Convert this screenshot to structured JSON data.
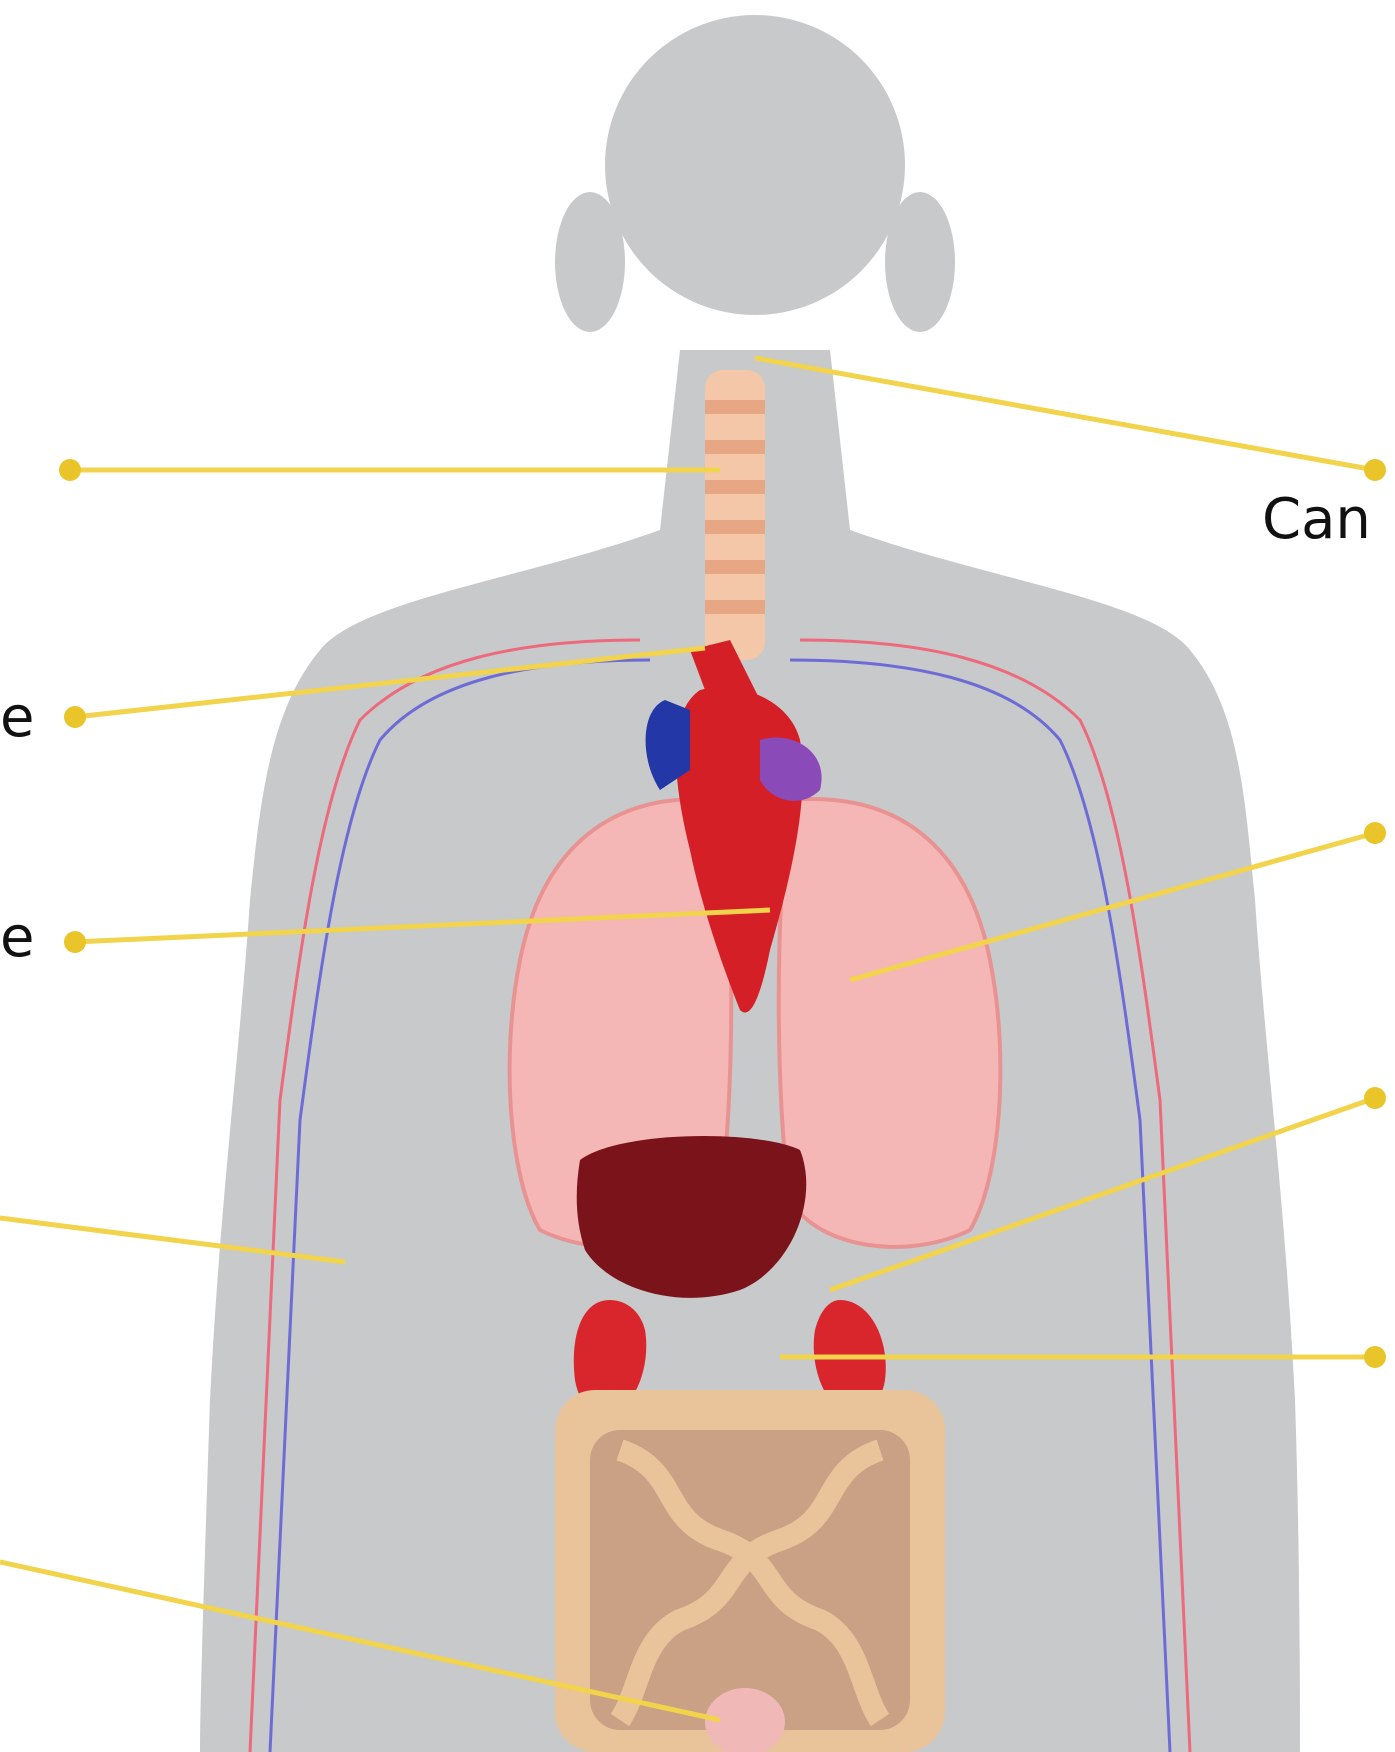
{
  "diagram": {
    "labels": {
      "right_1": "Can",
      "left_1": "e",
      "left_2": "e"
    },
    "colors": {
      "background": "#ffffff",
      "silhouette": "#c8c9cb",
      "leader_line": "#f1d34c",
      "leader_dot": "#e9c52a",
      "lung": "#f4b7b6",
      "heart": "#d51f26",
      "kidney": "#d9262c",
      "liver": "#7a141a",
      "intestine": "#e9c49b",
      "trachea": "#f3c7a8",
      "vein": "#6d6cd6",
      "artery": "#ec6a7b"
    },
    "icons": [
      "body-silhouette-icon",
      "trachea-icon",
      "heart-icon",
      "lung-icon",
      "kidney-icon",
      "intestine-icon",
      "bladder-icon"
    ]
  }
}
